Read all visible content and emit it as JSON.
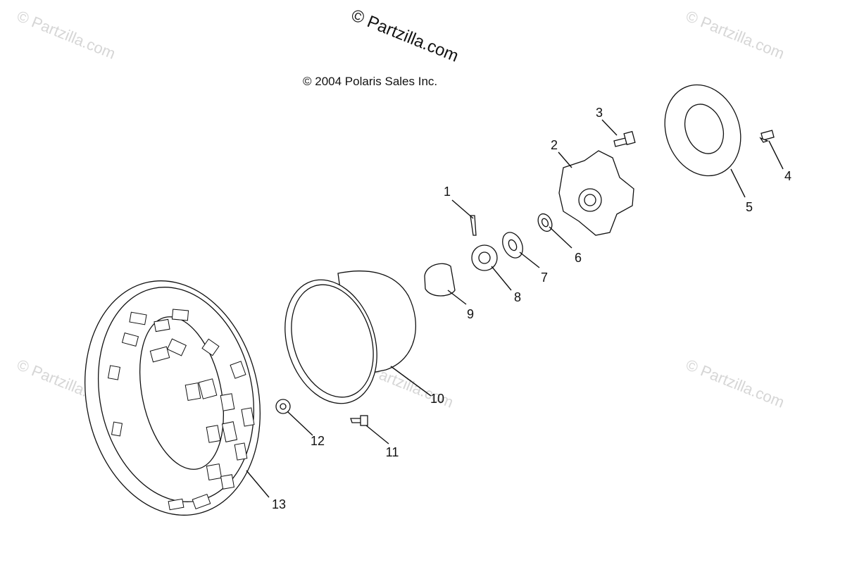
{
  "watermarks": {
    "main": "© Partzilla.com",
    "faint": "© Partzilla.com"
  },
  "copyright": "© 2004 Polaris Sales Inc.",
  "parts": [
    {
      "number": "1"
    },
    {
      "number": "2"
    },
    {
      "number": "3"
    },
    {
      "number": "4"
    },
    {
      "number": "5"
    },
    {
      "number": "6"
    },
    {
      "number": "7"
    },
    {
      "number": "8"
    },
    {
      "number": "9"
    },
    {
      "number": "10"
    },
    {
      "number": "11"
    },
    {
      "number": "12"
    },
    {
      "number": "13"
    }
  ]
}
